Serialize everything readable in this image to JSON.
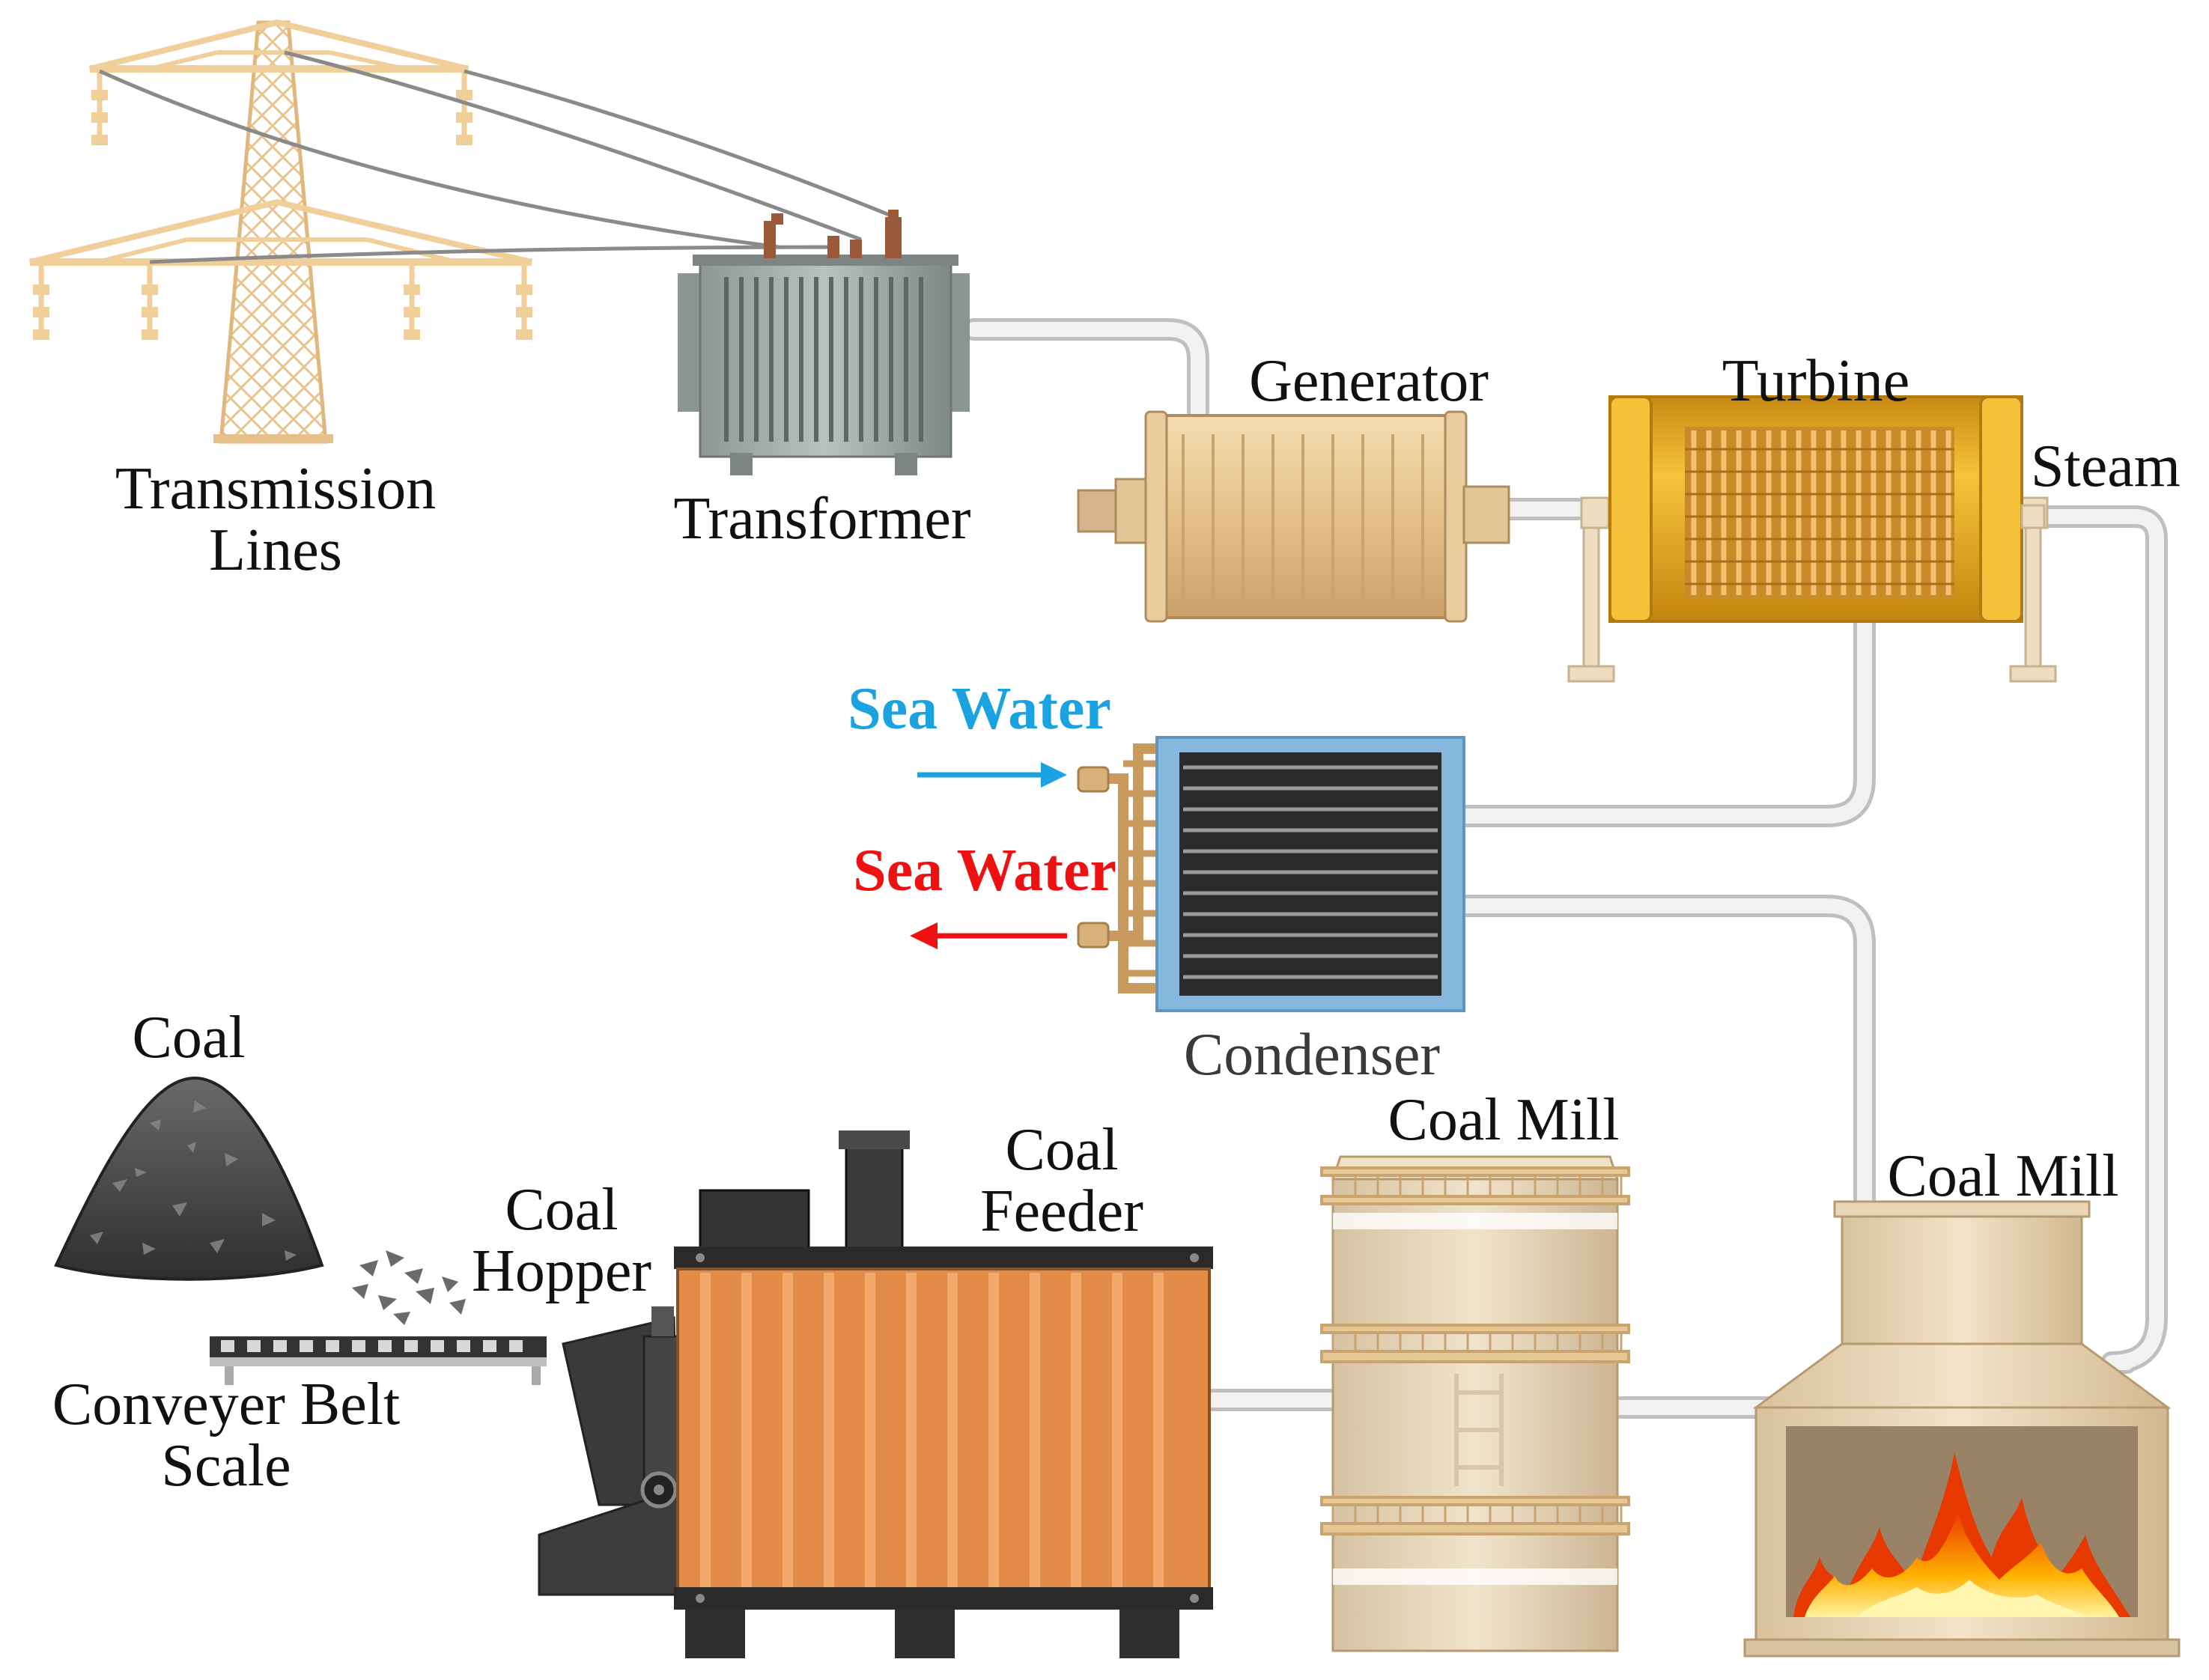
{
  "labels": {
    "transmission_lines": "Transmission\nLines",
    "transformer": "Transformer",
    "generator": "Generator",
    "turbine": "Turbine",
    "steam": "Steam",
    "sea_water_in": "Sea Water",
    "sea_water_out": "Sea Water",
    "condenser": "Condenser",
    "coal": "Coal",
    "coal_hopper": "Coal\nHopper",
    "coal_feeder": "Coal\nFeeder",
    "coal_mill_center": "Coal Mill",
    "coal_mill_right": "Coal Mill",
    "conveyer_belt_scale": "Conveyer Belt\nScale"
  },
  "colors": {
    "sea_water_in": "#1aa3e0",
    "sea_water_out": "#ee1111",
    "pipe": "#dcdcdc",
    "turbine": "#e8b020",
    "boiler": "#e08a48",
    "condenser_frame": "#80b4dc",
    "tower": "#f5d7a8"
  }
}
